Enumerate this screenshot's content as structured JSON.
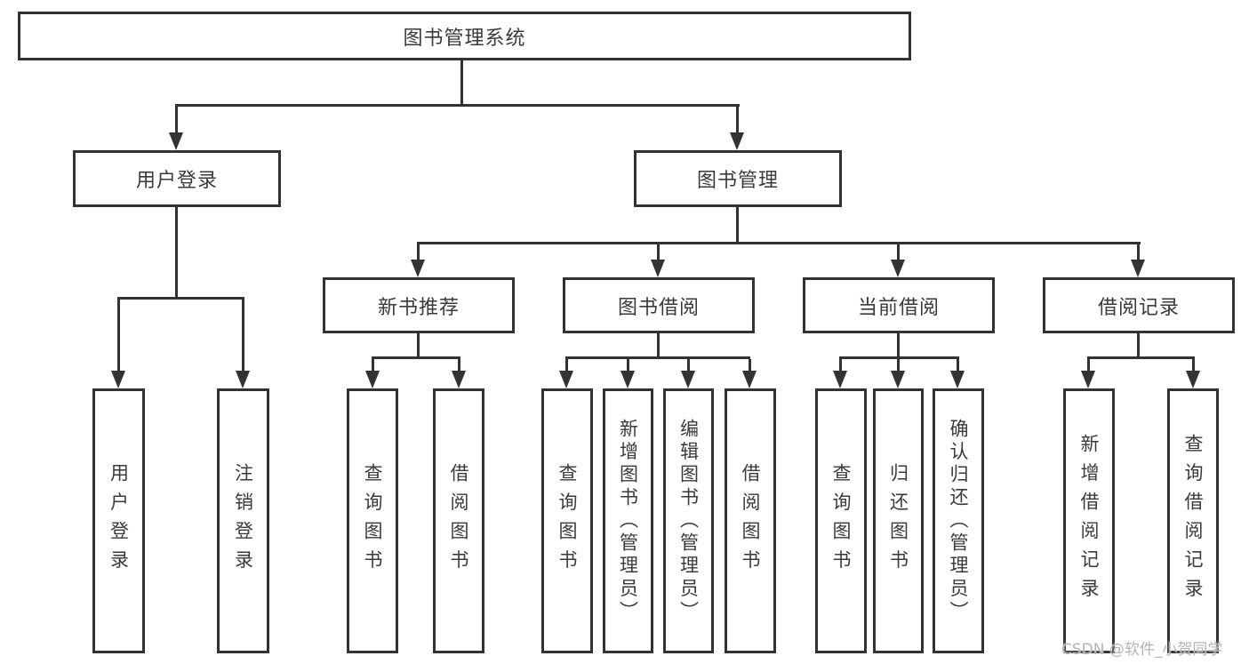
{
  "diagram": {
    "root_label": "图书管理系统",
    "branches": [
      {
        "label": "用户登录",
        "children": [
          "用户登录",
          "注销登录"
        ]
      },
      {
        "label": "图书管理",
        "sections": [
          {
            "label": "新书推荐",
            "children": [
              "查询图书",
              "借阅图书"
            ]
          },
          {
            "label": "图书借阅",
            "children": [
              "查询图书",
              "新增图书（管理员）",
              "编辑图书（管理员）",
              "借阅图书"
            ]
          },
          {
            "label": "当前借阅",
            "children": [
              "查询图书",
              "归还图书",
              "确认归还（管理员）"
            ]
          },
          {
            "label": "借阅记录",
            "children": [
              "新增借阅记录",
              "查询借阅记录"
            ]
          }
        ]
      }
    ]
  },
  "watermark": "CSDN @软件_小贺同学",
  "colors": {
    "line": "#333333",
    "text": "#3a3a3a",
    "bg": "#ffffff",
    "watermark": "#b5b5b5"
  }
}
